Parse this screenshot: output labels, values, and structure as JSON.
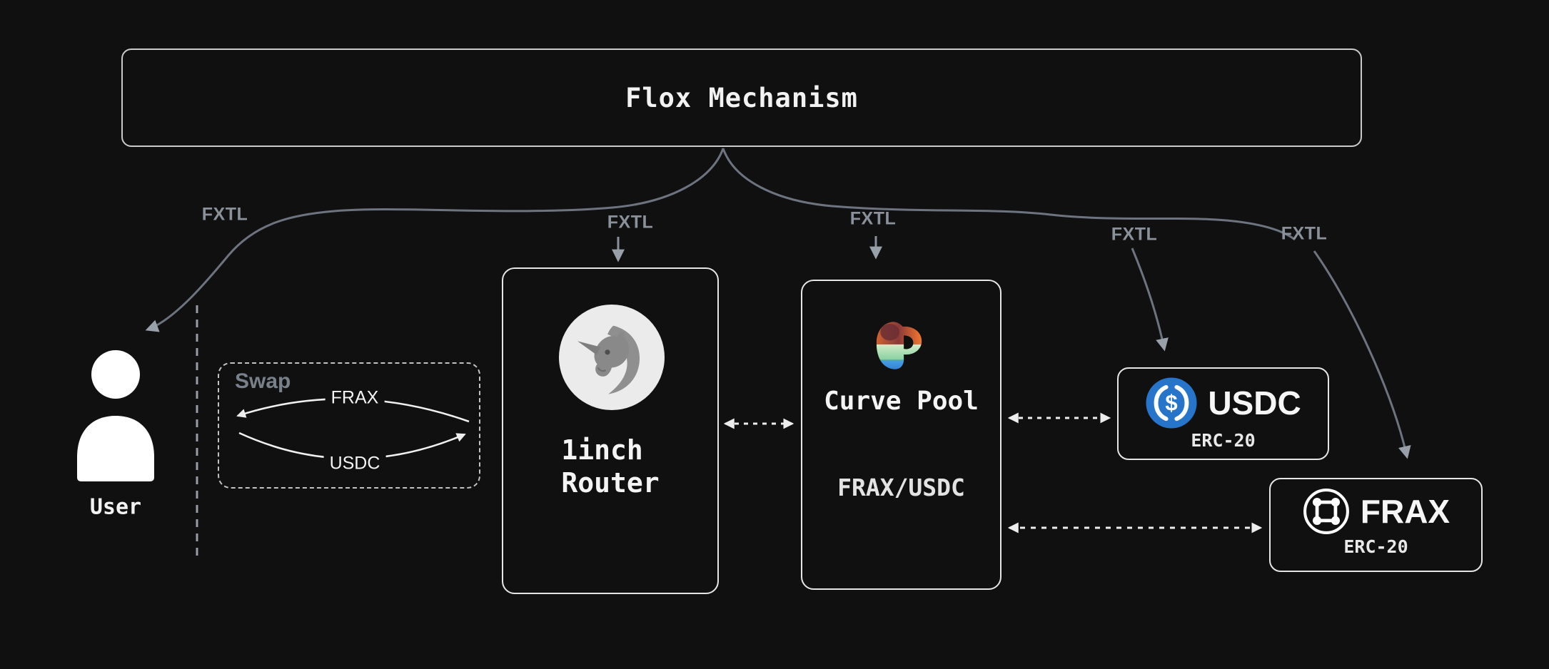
{
  "diagram": {
    "title": "Flox Mechanism",
    "background_color": "#101011",
    "box_border_color": "#e6e6e6",
    "line_color": "#6d7480",
    "arrow_color": "#ededed",
    "fxtl_color": "#8a919b"
  },
  "edges": {
    "fxtl_labels": [
      "FXTL",
      "FXTL",
      "FXTL",
      "FXTL",
      "FXTL"
    ]
  },
  "nodes": {
    "user": {
      "label": "User"
    },
    "swap": {
      "title": "Swap",
      "top_label": "FRAX",
      "bottom_label": "USDC"
    },
    "oneinch_router": {
      "name_line1": "1inch",
      "name_line2": "Router"
    },
    "curve_pool": {
      "name": "Curve Pool",
      "pair": "FRAX/USDC"
    },
    "usdc": {
      "symbol": "USDC",
      "standard": "ERC-20",
      "brand_color": "#2775CA"
    },
    "frax": {
      "symbol": "FRAX",
      "standard": "ERC-20"
    }
  }
}
